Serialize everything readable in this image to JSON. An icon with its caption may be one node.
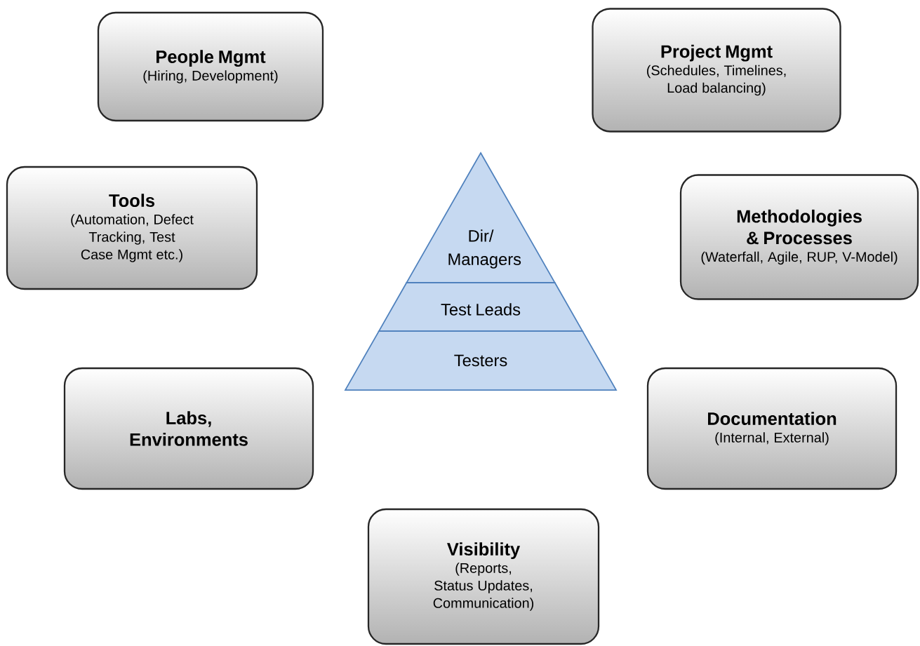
{
  "diagram": {
    "nodes": [
      {
        "text": [
          "People Mgmt",
          "(Hiring, Development)"
        ]
      },
      {
        "text": [
          "Project Mgmt",
          "(Schedules, Timelines, Load balancing)"
        ]
      },
      {
        "text": [
          "Tools",
          "(Automation, Defect Tracking, Test Case Mgmt etc.)"
        ]
      },
      {
        "text": [
          "Dir/ Managers"
        ]
      },
      {
        "text": [
          "Test Leads"
        ]
      },
      {
        "text": [
          "Testers"
        ]
      },
      {
        "text": [
          "Methodologies & Processes",
          "(Waterfall, Agile, RUP, V-Model)"
        ]
      },
      {
        "text": [
          "Labs, Environments"
        ]
      },
      {
        "text": [
          "Documentation",
          "(Internal, External)"
        ]
      },
      {
        "text": [
          "Visibility",
          "(Reports, Status Updates, Communication)"
        ]
      }
    ]
  }
}
